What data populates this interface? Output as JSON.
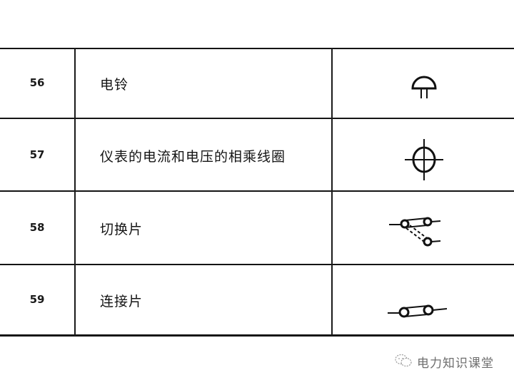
{
  "table": {
    "rows": [
      {
        "number": "56",
        "name": "电铃",
        "symbol": "bell-symbol-icon"
      },
      {
        "number": "57",
        "name": "仪表的电流和电压的相乘线圈",
        "symbol": "multiplying-coil-symbol-icon"
      },
      {
        "number": "58",
        "name": "切换片",
        "symbol": "changeover-strip-symbol-icon"
      },
      {
        "number": "59",
        "name": "连接片",
        "symbol": "connecting-strip-symbol-icon"
      }
    ]
  },
  "watermark": {
    "icon": "wechat-icon",
    "text": "电力知识课堂"
  },
  "colors": {
    "line": "#141414",
    "text": "#141414",
    "watermark": "#6e6e6e"
  }
}
